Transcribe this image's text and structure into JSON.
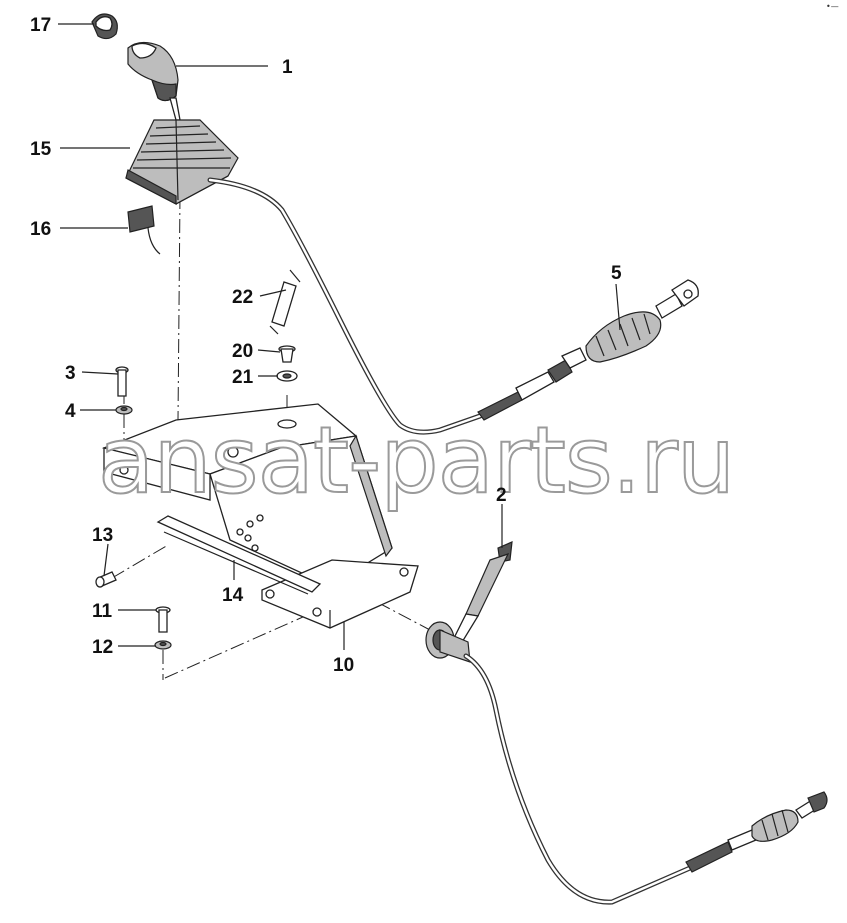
{
  "labels": {
    "p1": "1",
    "p2": "2",
    "p3": "3",
    "p4": "4",
    "p5": "5",
    "p10": "10",
    "p11": "11",
    "p12": "12",
    "p13": "13",
    "p14": "14",
    "p15": "15",
    "p16": "16",
    "p17": "17",
    "p20": "20",
    "p21": "21",
    "p22": "22"
  },
  "watermark": "ansat-parts.ru",
  "corner_mark": "•—"
}
